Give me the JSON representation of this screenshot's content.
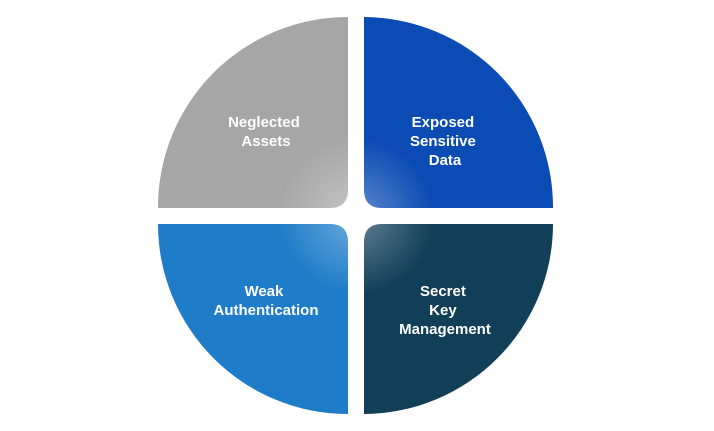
{
  "diagram": {
    "quadrants": [
      {
        "id": "top-left",
        "lines": [
          "Neglected",
          "Assets"
        ],
        "color": "#a6a6a6"
      },
      {
        "id": "top-right",
        "lines": [
          "Exposed",
          "Sensitive",
          "Data"
        ],
        "color": "#0a4bb4"
      },
      {
        "id": "bottom-left",
        "lines": [
          "Weak",
          "Authentication"
        ],
        "color": "#1e7cc8"
      },
      {
        "id": "bottom-right",
        "lines": [
          "Secret",
          "Key",
          "Management"
        ],
        "color": "#123f58"
      }
    ]
  }
}
